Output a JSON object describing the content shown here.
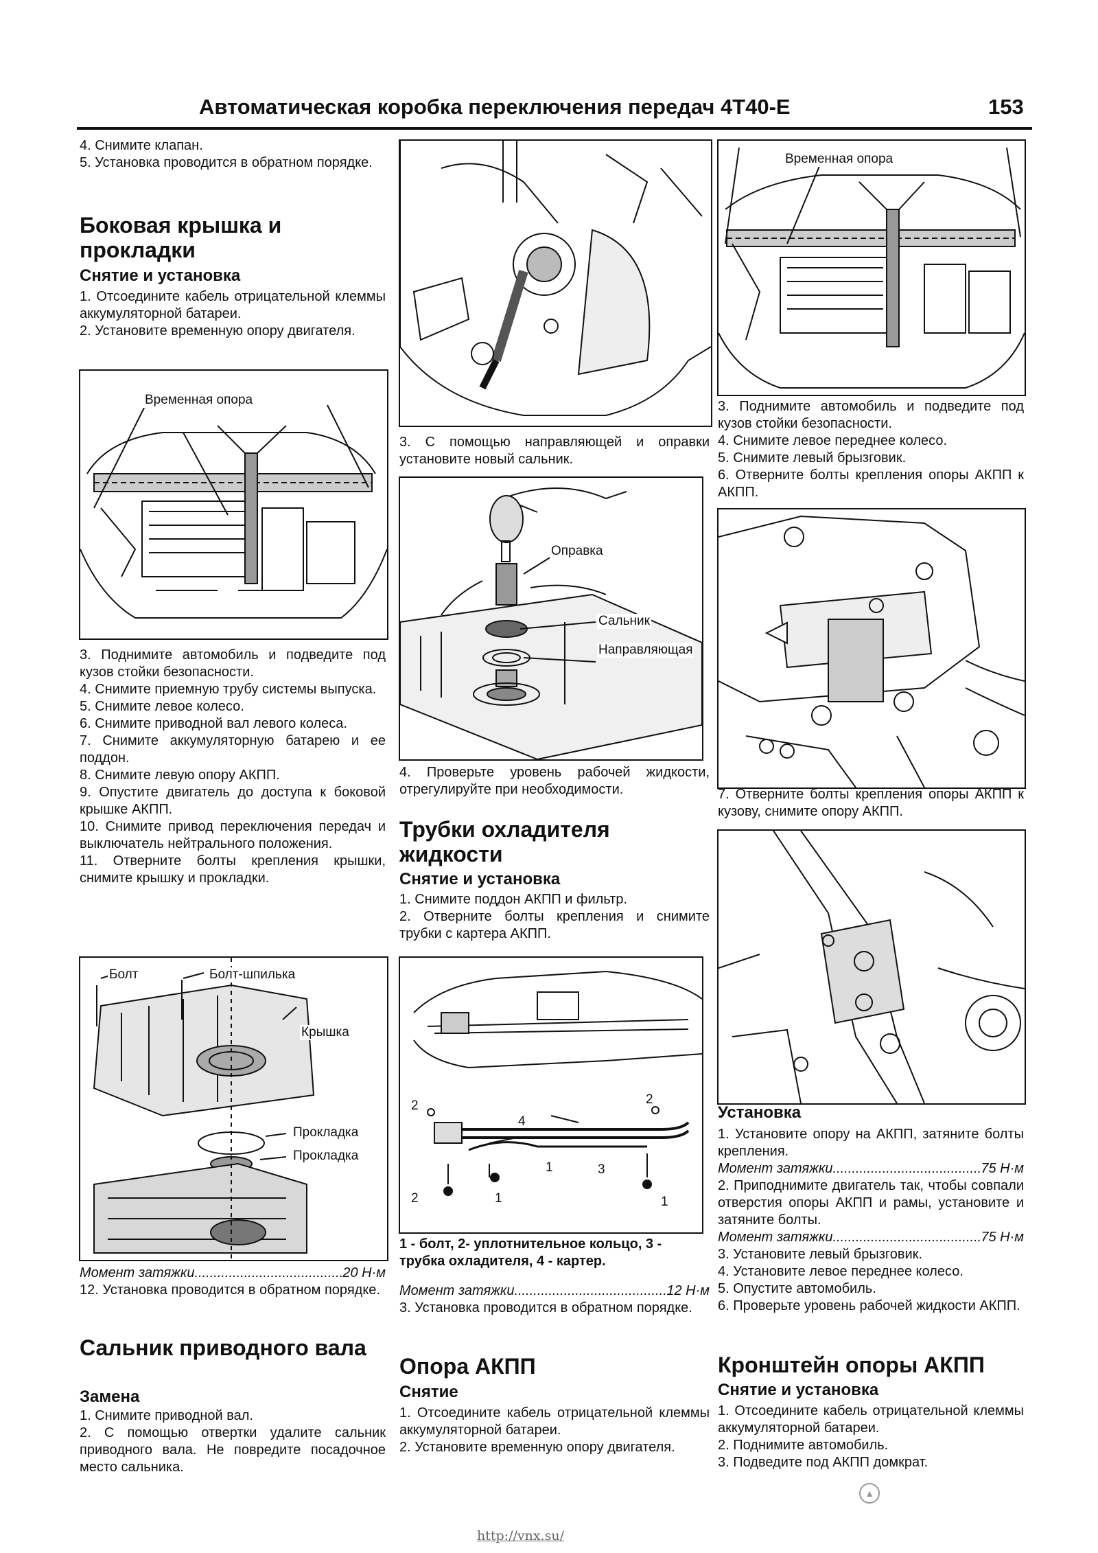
{
  "header": {
    "title": "Автоматическая коробка переключения передач 4T40-E",
    "page_number": "153"
  },
  "col1": {
    "intro": [
      "4. Снимите клапан.",
      "5. Установка проводится в обратном порядке."
    ],
    "s1_title": "Боковая крышка и прокладки",
    "s1_sub": "Снятие и установка",
    "s1_steps": [
      "1. Отсоедините кабель отрицательной клеммы аккумуляторной батареи.",
      "2. Установите временную опору двигателя."
    ],
    "fig1_label": "Временная опора",
    "s1_steps2": [
      "3. Поднимите автомобиль и подведите под кузов стойки безопасности.",
      "4. Снимите приемную трубу системы выпуска.",
      "5. Снимите левое колесо.",
      "6. Снимите приводной вал левого колеса.",
      "7. Снимите аккумуляторную батарею и ее поддон.",
      "8. Снимите левую опору АКПП.",
      "9. Опустите двигатель до доступа к боковой крышке АКПП.",
      "10. Снимите привод переключения передач и выключатель нейтрального положения.",
      "11. Отверните болты крепления крышки, снимите крышку и прокладки."
    ],
    "fig2_labels": {
      "bolt": "Болт",
      "stud": "Болт-шпилька",
      "cover": "Крышка",
      "gasket1": "Прокладка",
      "gasket2": "Прокладка"
    },
    "torque1": {
      "label": "Момент затяжки",
      "value": "20 Н·м"
    },
    "s1_step12": "12. Установка проводится в обратном порядке.",
    "s2_title": "Сальник приводного вала",
    "s2_sub": "Замена",
    "s2_steps": [
      "1. Снимите приводной вал.",
      "2. С помощью отвертки удалите сальник приводного вала. Не повредите посадочное место сальника."
    ]
  },
  "col2": {
    "step3": "3. С помощью направляющей и оправки установите новый сальник.",
    "fig4_labels": {
      "mandrel": "Оправка",
      "seal": "Сальник",
      "guide": "Направляющая"
    },
    "step4": "4. Проверьте уровень рабочей жидкости, отрегулируйте при необходимости.",
    "s3_title": "Трубки охладителя жидкости",
    "s3_sub": "Снятие и установка",
    "s3_steps": [
      "1. Снимите поддон АКПП и фильтр.",
      "2. Отверните болты крепления и снимите трубки с картера АКПП."
    ],
    "fig5_numbers": [
      "2",
      "4",
      "2",
      "1",
      "3",
      "2",
      "1",
      "1"
    ],
    "fig5_caption": "1 - болт, 2- уплотнительное кольцо, 3 - трубка охладителя, 4 - картер.",
    "torque2": {
      "label": "Момент затяжки",
      "value": "12 Н·м"
    },
    "s3_step3": "3. Установка проводится в обратном порядке.",
    "s4_title": "Опора АКПП",
    "s4_sub": "Снятие",
    "s4_steps": [
      "1. Отсоедините кабель отрицательной клеммы аккумуляторной батареи.",
      "2. Установите временную опору двигателя."
    ]
  },
  "col3": {
    "fig6_label": "Временная опора",
    "steps_a": [
      "3. Поднимите автомобиль и подведите под кузов стойки безопасности.",
      "4. Снимите левое переднее колесо.",
      "5. Снимите левый брызговик.",
      "6. Отверните болты крепления опоры АКПП к АКПП."
    ],
    "step7": "7. Отверните болты крепления опоры АКПП к кузову, снимите опору АКПП.",
    "inst_title": "Установка",
    "inst_step1": "1. Установите опору на АКПП, затяните болты крепления.",
    "torque3": {
      "label": "Момент затяжки",
      "value": "75 Н·м"
    },
    "inst_step2": "2. Приподнимите двигатель так, чтобы совпали отверстия опоры АКПП и рамы, установите и затяните болты.",
    "torque4": {
      "label": "Момент затяжки",
      "value": "75 Н·м"
    },
    "inst_steps_b": [
      "3. Установите левый брызговик.",
      "4. Установите левое переднее колесо.",
      "5. Опустите автомобиль.",
      "6. Проверьте уровень рабочей жидкости АКПП."
    ],
    "s5_title": "Кронштейн опоры АКПП",
    "s5_sub": "Снятие и установка",
    "s5_steps": [
      "1. Отсоедините кабель отрицательной клеммы аккумуляторной батареи.",
      "2. Поднимите автомобиль.",
      "3. Подведите под АКПП домкрат."
    ]
  },
  "footer": {
    "url": "http://vnx.su/",
    "watermark": "▲"
  }
}
